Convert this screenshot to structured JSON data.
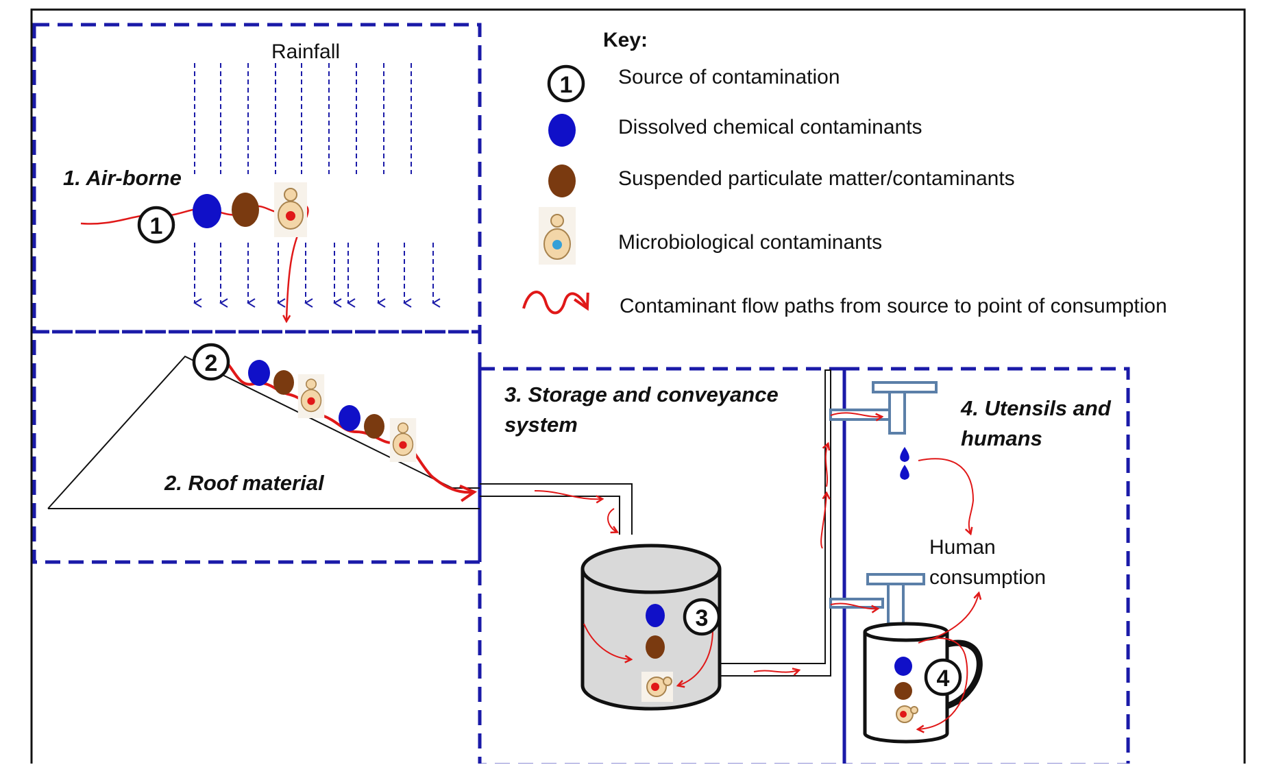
{
  "key": {
    "title": "Key:",
    "source_of_contamination": "Source of contamination",
    "dissolved": "Dissolved chemical contaminants",
    "suspended": "Suspended particulate matter/contaminants",
    "microbiological": "Microbiological contaminants",
    "flow_paths": "Contaminant flow paths from source to point of consumption",
    "example_number": "1"
  },
  "sections": {
    "airborne": "1. Air-borne",
    "roof": "2. Roof material",
    "storage_line1": "3. Storage and conveyance",
    "storage_line2": "system",
    "utensils_line1": "4. Utensils and",
    "utensils_line2": "humans"
  },
  "labels": {
    "rainfall": "Rainfall",
    "human_line1": "Human",
    "human_line2": "consumption"
  },
  "markers": [
    "1",
    "2",
    "3",
    "4"
  ],
  "colors": {
    "dashed_box": "#1a1aa8",
    "flow": "#e01818",
    "dissolved": "#1010c8",
    "suspended": "#7a3a10",
    "microbe_body": "#f3d6a8",
    "tank": "#d9d9d9",
    "tap": "#5b7fa8"
  }
}
